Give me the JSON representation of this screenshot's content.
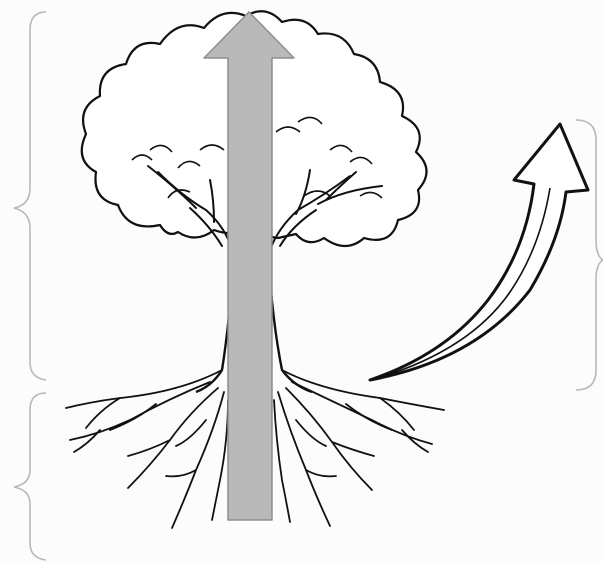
{
  "diagram": {
    "subject": "tree",
    "elements": [
      "brace-left-top",
      "brace-left-bottom",
      "brace-right",
      "tree-crown",
      "tree-trunk",
      "tree-roots",
      "vertical-gray-arrow",
      "curved-outline-arrow"
    ]
  },
  "colors": {
    "background": "#fcfcfd",
    "stroke": "#111111",
    "brace": "#b8b8b8",
    "gray_arrow_fill": "#b9b9b9",
    "gray_arrow_stroke": "#8e8e8e"
  }
}
